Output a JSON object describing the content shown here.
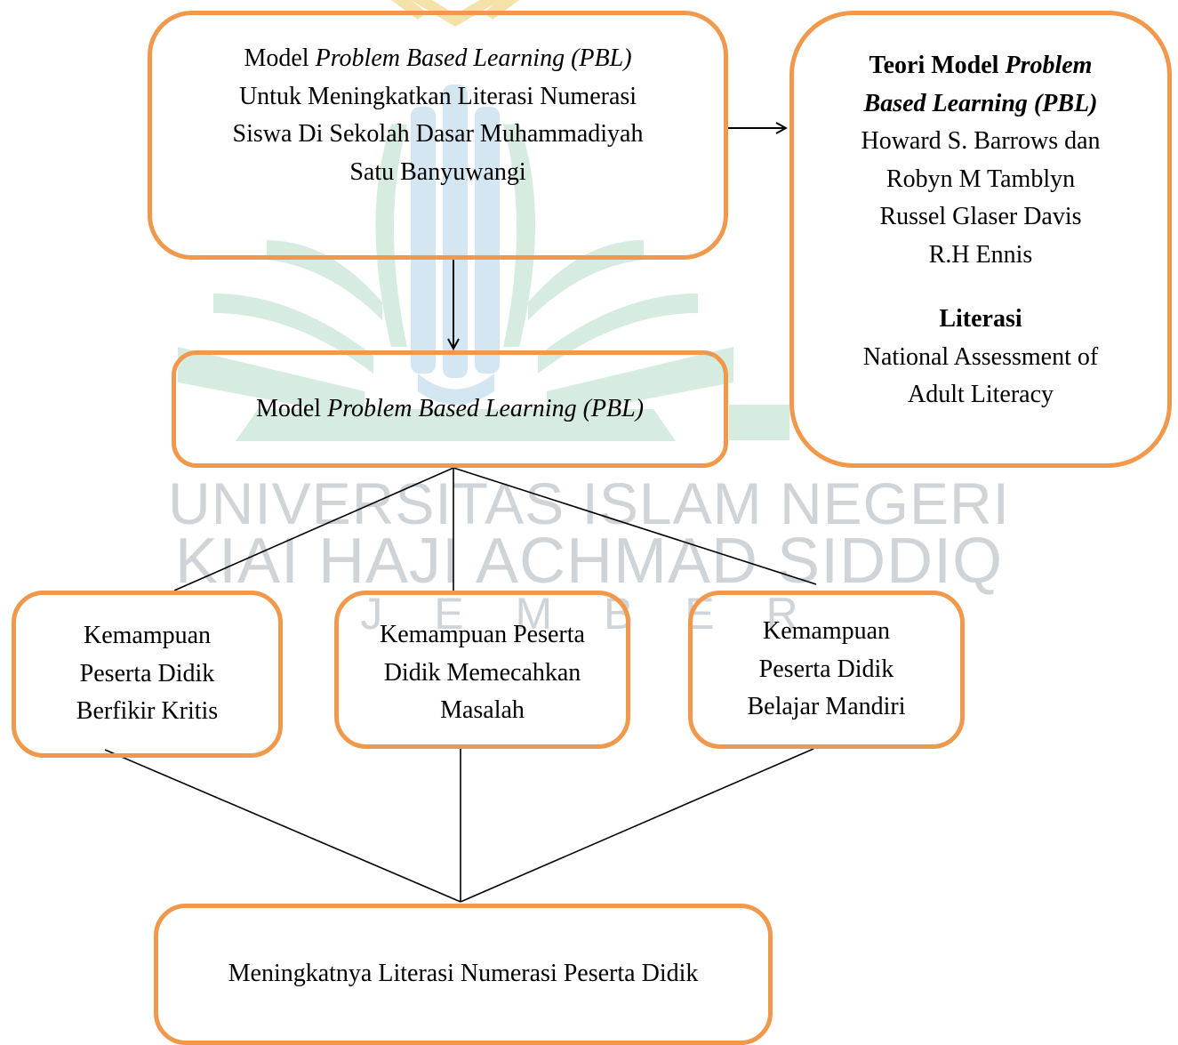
{
  "watermark": {
    "line1": "UNIVERSITAS ISLAM NEGERI",
    "line2": "KIAI HAJI ACHMAD SIDDIQ",
    "line3": "J E M B E R"
  },
  "colors": {
    "box_border": "#f0994c",
    "watermark_green": "#d6ece0",
    "watermark_blue": "#d4e6f2",
    "watermark_gold": "#f5e2a8"
  },
  "top_box": {
    "line1_prefix": "Model ",
    "line1_italic": "Problem Based Learning (PBL)",
    "line2": "Untuk  Meningkatkan Literasi Numerasi",
    "line3": "Siswa Di Sekolah Dasar Muhammadiyah",
    "line4": "Satu Banyuwangi"
  },
  "theory_box": {
    "heading_bold": "Teori Model ",
    "heading_bold_italic_1": "Problem",
    "heading_bold_italic_2": "Based Learning (PBL)",
    "names": [
      "Howard S. Barrows dan",
      "Robyn M Tamblyn",
      "Russel Glaser Davis",
      "R.H Ennis"
    ],
    "literasi_heading": "Literasi",
    "literasi_lines": [
      "National Assessment of",
      "Adult Literacy"
    ]
  },
  "pbl_box": {
    "prefix": "Model ",
    "italic": "Problem Based Learning (PBL)"
  },
  "kritis_box": {
    "lines": [
      "Kemampuan",
      "Peserta Didik",
      "Berfikir Kritis"
    ]
  },
  "masalah_box": {
    "lines": [
      "Kemampuan Peserta",
      "Didik Memecahkan",
      "Masalah"
    ]
  },
  "mandiri_box": {
    "lines": [
      "Kemampuan",
      "Peserta Didik",
      "Belajar Mandiri"
    ]
  },
  "result_box": {
    "text": "Meningkatnya Literasi Numerasi Peserta Didik"
  }
}
